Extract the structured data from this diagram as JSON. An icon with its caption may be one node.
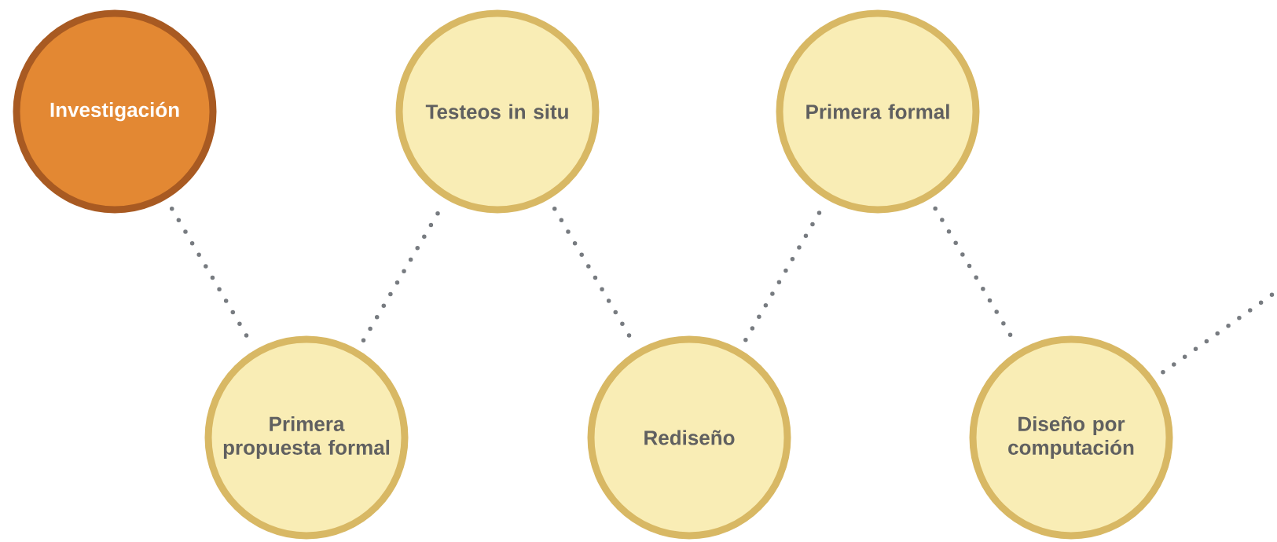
{
  "diagram": {
    "nodes": [
      {
        "text": [
          "Investigación"
        ]
      },
      {
        "text": [
          "Primera propuesta formal"
        ]
      },
      {
        "text": [
          "Testeos in situ"
        ]
      },
      {
        "text": [
          "Rediseño"
        ]
      },
      {
        "text": [
          "Primera formal"
        ]
      },
      {
        "text": [
          "Diseño por computación"
        ]
      }
    ],
    "edges": [
      {
        "from": 0,
        "to": 1,
        "arrow": "none"
      },
      {
        "from": 1,
        "to": 2,
        "arrow": "none"
      },
      {
        "from": 2,
        "to": 3,
        "arrow": "none"
      },
      {
        "from": 3,
        "to": 4,
        "arrow": "none"
      },
      {
        "from": 4,
        "to": 5,
        "arrow": "none"
      },
      {
        "from": 5,
        "to": null,
        "arrow": "none"
      }
    ]
  }
}
